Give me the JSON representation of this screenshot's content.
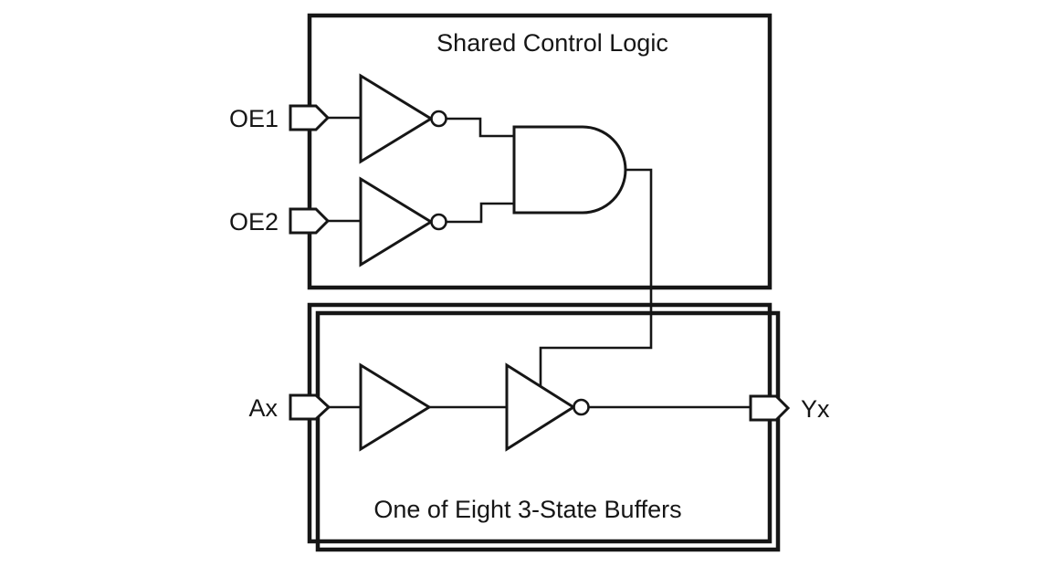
{
  "page": {
    "background_color": "#ffffff",
    "line_color": "#161616"
  },
  "diagram": {
    "control_block": {
      "title": "Shared Control Logic",
      "input1_label": "OE1",
      "input2_label": "OE2",
      "gates": [
        "inverter",
        "inverter",
        "and"
      ]
    },
    "buffer_block": {
      "title": "One of Eight 3-State Buffers",
      "input_label": "Ax",
      "output_label": "Yx",
      "gates": [
        "buffer",
        "tristate-inverter"
      ]
    },
    "icons": {
      "input_pin": "flag-arrow-right",
      "output_pin": "flag-arrow-right",
      "inverter": "triangle-with-bubble",
      "and_gate": "d-shape",
      "buffer": "triangle"
    }
  }
}
